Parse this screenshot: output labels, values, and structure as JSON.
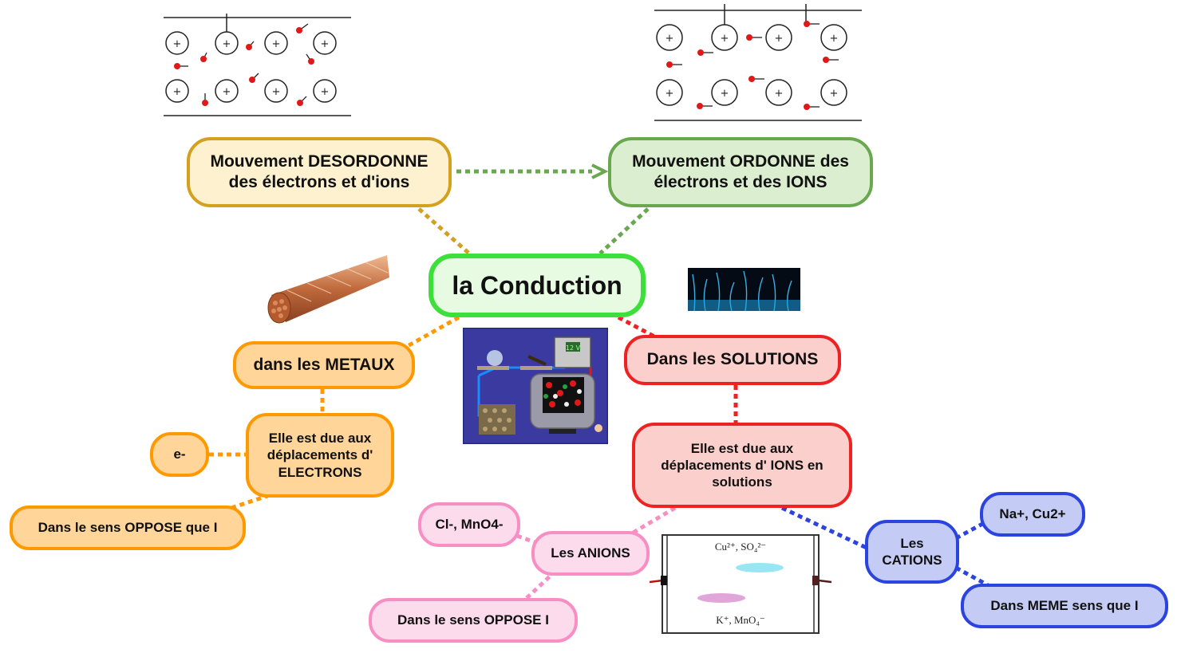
{
  "central": {
    "label": "la Conduction"
  },
  "disordered": {
    "label": "Mouvement DESORDONNE des électrons et d'ions"
  },
  "ordered": {
    "label": "Mouvement ORDONNE des électrons et des IONS"
  },
  "metals": {
    "label": "dans les METAUX",
    "cause": "Elle est due aux déplacements d' ELECTRONS",
    "carrier": "e-",
    "direction": "Dans le sens OPPOSE que I"
  },
  "solutions": {
    "label": "Dans les SOLUTIONS",
    "cause": "Elle est due aux déplacements d' IONS en solutions"
  },
  "anions": {
    "label": "Les ANIONS",
    "examples": "Cl-, MnO4-",
    "direction": "Dans  le sens OPPOSE  I"
  },
  "cations": {
    "label": "Les CATIONS",
    "examples": "Na+, Cu2+",
    "direction": "Dans MEME sens que  I"
  },
  "electrolysis_image": {
    "top_ions": "Cu²⁺, SO₄²⁻",
    "bottom_ions": "K⁺, MnO₄⁻"
  },
  "circuit_image": {
    "voltage": "12 V"
  },
  "colors": {
    "central": "#3de03a",
    "yellow": "#d4a020",
    "green": "#6aa84f",
    "orange": "#ff9900",
    "red": "#ee2222",
    "pink": "#f78fc4",
    "blue": "#2b44e0",
    "ion": "#e01818"
  }
}
